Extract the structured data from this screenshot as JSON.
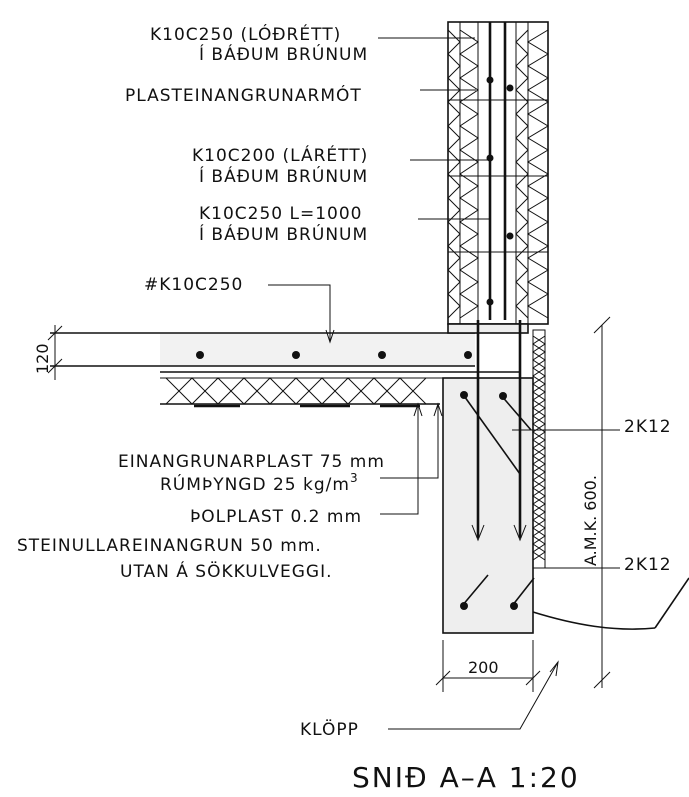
{
  "drawing": {
    "title": "SNIÐ A–A  1:20",
    "labels": {
      "k10c250_lodrett": "K10C250  (LÓÐRÉTT)",
      "badum_1": "Í BÁÐUM BRÚNUM",
      "plast_mot": "PLASTEINANGRUNARMÓT",
      "k10c200_larett": "K10C200 (LÁRÉTT)",
      "badum_2": "Í BÁÐUM BRÚNUM",
      "k10c250_l1000": "K10C250 L=1000",
      "badum_3": "Í BÁÐUM BRÚNUM",
      "slab_mesh": "#K10C250",
      "einangrun_1": "EINANGRUNARPLAST 75 mm",
      "einangrun_2": "RÚMÞYNGD 25 kg/m",
      "einangrun_2_sup": "3",
      "polplast": "ÞOLPLAST 0.2 mm",
      "steinull_1": "STEINULLAREINANGRUN 50 mm.",
      "steinull_2": "UTAN Á SÖKKULVEGGI.",
      "rebar_top": "2K12",
      "rebar_bottom": "2K12",
      "klopp": "KLÖPP"
    },
    "dimensions": {
      "slab_thickness": "120",
      "footing_width": "200",
      "wall_height": "A.M.K. 600."
    }
  }
}
